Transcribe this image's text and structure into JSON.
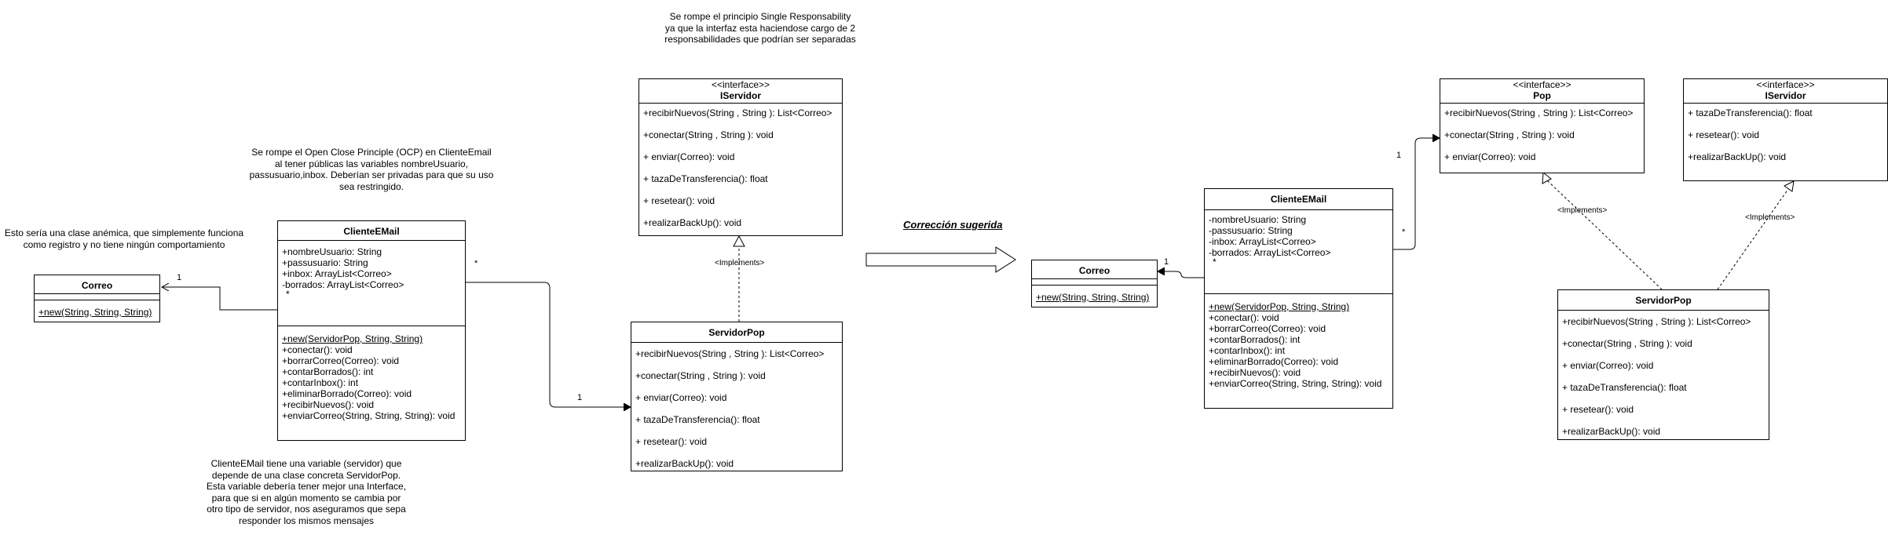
{
  "notes": {
    "srp": "Se rompe el principio Single Responsability\nya que la interfaz esta haciendose cargo de 2\nresponsabilidades que podrían ser separadas",
    "ocp": "Se rompe el Open Close Principle (OCP) en ClienteEmail\nal tener públicas las variables nombreUsuario,\npassusuario,inbox. Deberían ser privadas para que su uso\nsea restringido.",
    "anemic": "Esto sería una clase anémica, que simplemente funciona\ncomo registro y no tiene ningún comportamiento",
    "dip": "ClienteEMail tiene una variable (servidor) que\ndepende de una clase concreta ServidorPop.\nEsta variable debería tener mejor una Interface,\npara que si en algún momento se cambia por\notro tipo de servidor, nos aseguramos que sepa\nresponder los mismos mensajes"
  },
  "suggestion_label": "Corrección sugerida",
  "left": {
    "correo": {
      "name": "Correo",
      "methods": [
        "+new(String, String, String)"
      ]
    },
    "cliente": {
      "name": "ClienteEMail",
      "attributes": [
        "+nombreUsuario: String",
        "+passusuario: String",
        "+inbox: ArrayList<Correo>",
        "-borrados: ArrayList<Correo>",
        "*"
      ],
      "methods": [
        "+new(ServidorPop, String, String)",
        "+conectar(): void",
        "+borrarCorreo(Correo): void",
        "+contarBorrados(): int",
        "+contarInbox(): int",
        "+eliminarBorrado(Correo): void",
        "+recibirNuevos(): void",
        "+enviarCorreo(String, String, String): void"
      ]
    },
    "iservidor": {
      "stereotype": "<<interface>>",
      "name": "IServidor",
      "methods": [
        "+recibirNuevos(String , String ): List<Correo>",
        "+conectar(String , String ): void",
        "+ enviar(Correo): void",
        "+ tazaDeTransferencia(): float",
        "+ resetear(): void",
        "+realizarBackUp(): void"
      ]
    },
    "servidorpop": {
      "name": "ServidorPop",
      "methods": [
        "+recibirNuevos(String , String ): List<Correo>",
        "+conectar(String , String ): void",
        "+ enviar(Correo): void",
        "+ tazaDeTransferencia(): float",
        "+ resetear(): void",
        "+realizarBackUp(): void"
      ]
    },
    "labels": {
      "cliente_correo": "1",
      "cliente_star": "*",
      "cliente_servidor": "1",
      "implements": "<Implements>"
    }
  },
  "right": {
    "correo": {
      "name": "Correo",
      "methods": [
        "+new(String, String, String)"
      ]
    },
    "cliente": {
      "name": "ClienteEMail",
      "attributes": [
        "-nombreUsuario: String",
        "-passusuario: String",
        "-inbox: ArrayList<Correo>",
        "-borrados: ArrayList<Correo>",
        "*"
      ],
      "methods": [
        "+new(ServidorPop, String, String)",
        "+conectar(): void",
        "+borrarCorreo(Correo): void",
        "+contarBorrados(): int",
        "+contarInbox(): int",
        "+eliminarBorrado(Correo): void",
        "+recibirNuevos(): void",
        "+enviarCorreo(String, String, String): void"
      ]
    },
    "pop": {
      "stereotype": "<<interface>>",
      "name": "Pop",
      "methods": [
        "+recibirNuevos(String , String ): List<Correo>",
        "+conectar(String , String ): void",
        "+ enviar(Correo): void"
      ]
    },
    "iservidor": {
      "stereotype": "<<interface>>",
      "name": "IServidor",
      "methods": [
        "+ tazaDeTransferencia(): float",
        "+ resetear(): void",
        "+realizarBackUp(): void"
      ]
    },
    "servidorpop": {
      "name": "ServidorPop",
      "methods": [
        "+recibirNuevos(String , String ): List<Correo>",
        "+conectar(String , String ): void",
        "+ enviar(Correo): void",
        "+ tazaDeTransferencia(): float",
        "+ resetear(): void",
        "+realizarBackUp(): void"
      ]
    },
    "labels": {
      "cliente_correo": "1",
      "cliente_pop_one": "1",
      "cliente_pop_star": "*",
      "implements_pop": "<Implements>",
      "implements_iservidor": "<Implements>"
    }
  }
}
